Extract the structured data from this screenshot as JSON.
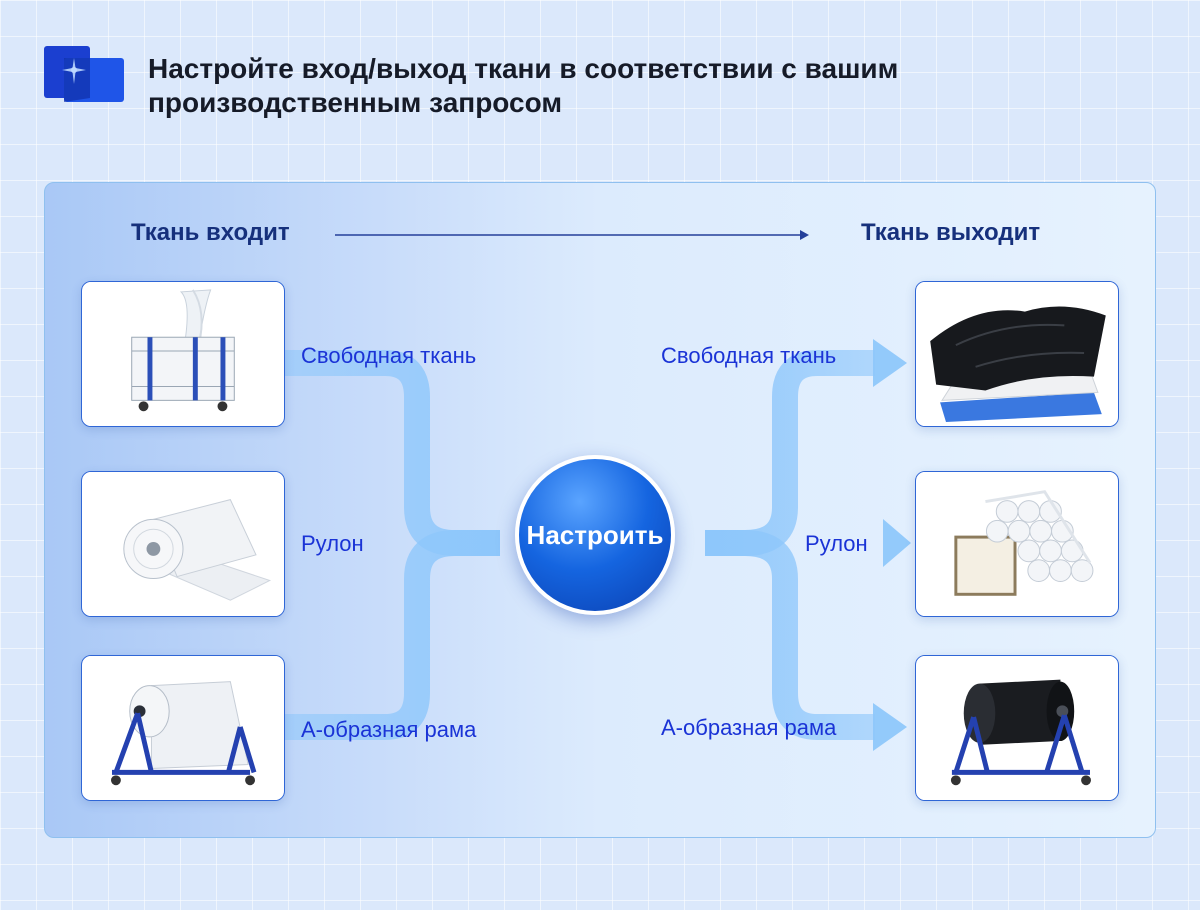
{
  "header": {
    "title_line1": "Настройте вход/выход ткани в соответствии с вашим",
    "title_line2": "производственным запросом"
  },
  "diagram": {
    "input_title": "Ткань входит",
    "output_title": "Ткань выходит",
    "center_label": "Настроить",
    "inputs": [
      {
        "label": "Свободная ткань",
        "image": "fabric-cart"
      },
      {
        "label": "Рулон",
        "image": "fabric-roll"
      },
      {
        "label": "А-образная рама",
        "image": "a-frame-white-roll"
      }
    ],
    "outputs": [
      {
        "label": "Свободная ткань",
        "image": "black-fabric-pallet"
      },
      {
        "label": "Рулон",
        "image": "stacked-rolls-crate"
      },
      {
        "label": "А-образная рама",
        "image": "a-frame-black-roll"
      }
    ]
  },
  "colors": {
    "accent": "#1565e0",
    "label": "#1a33d6",
    "heading": "#16307c",
    "flow": "#8ec7fb"
  }
}
